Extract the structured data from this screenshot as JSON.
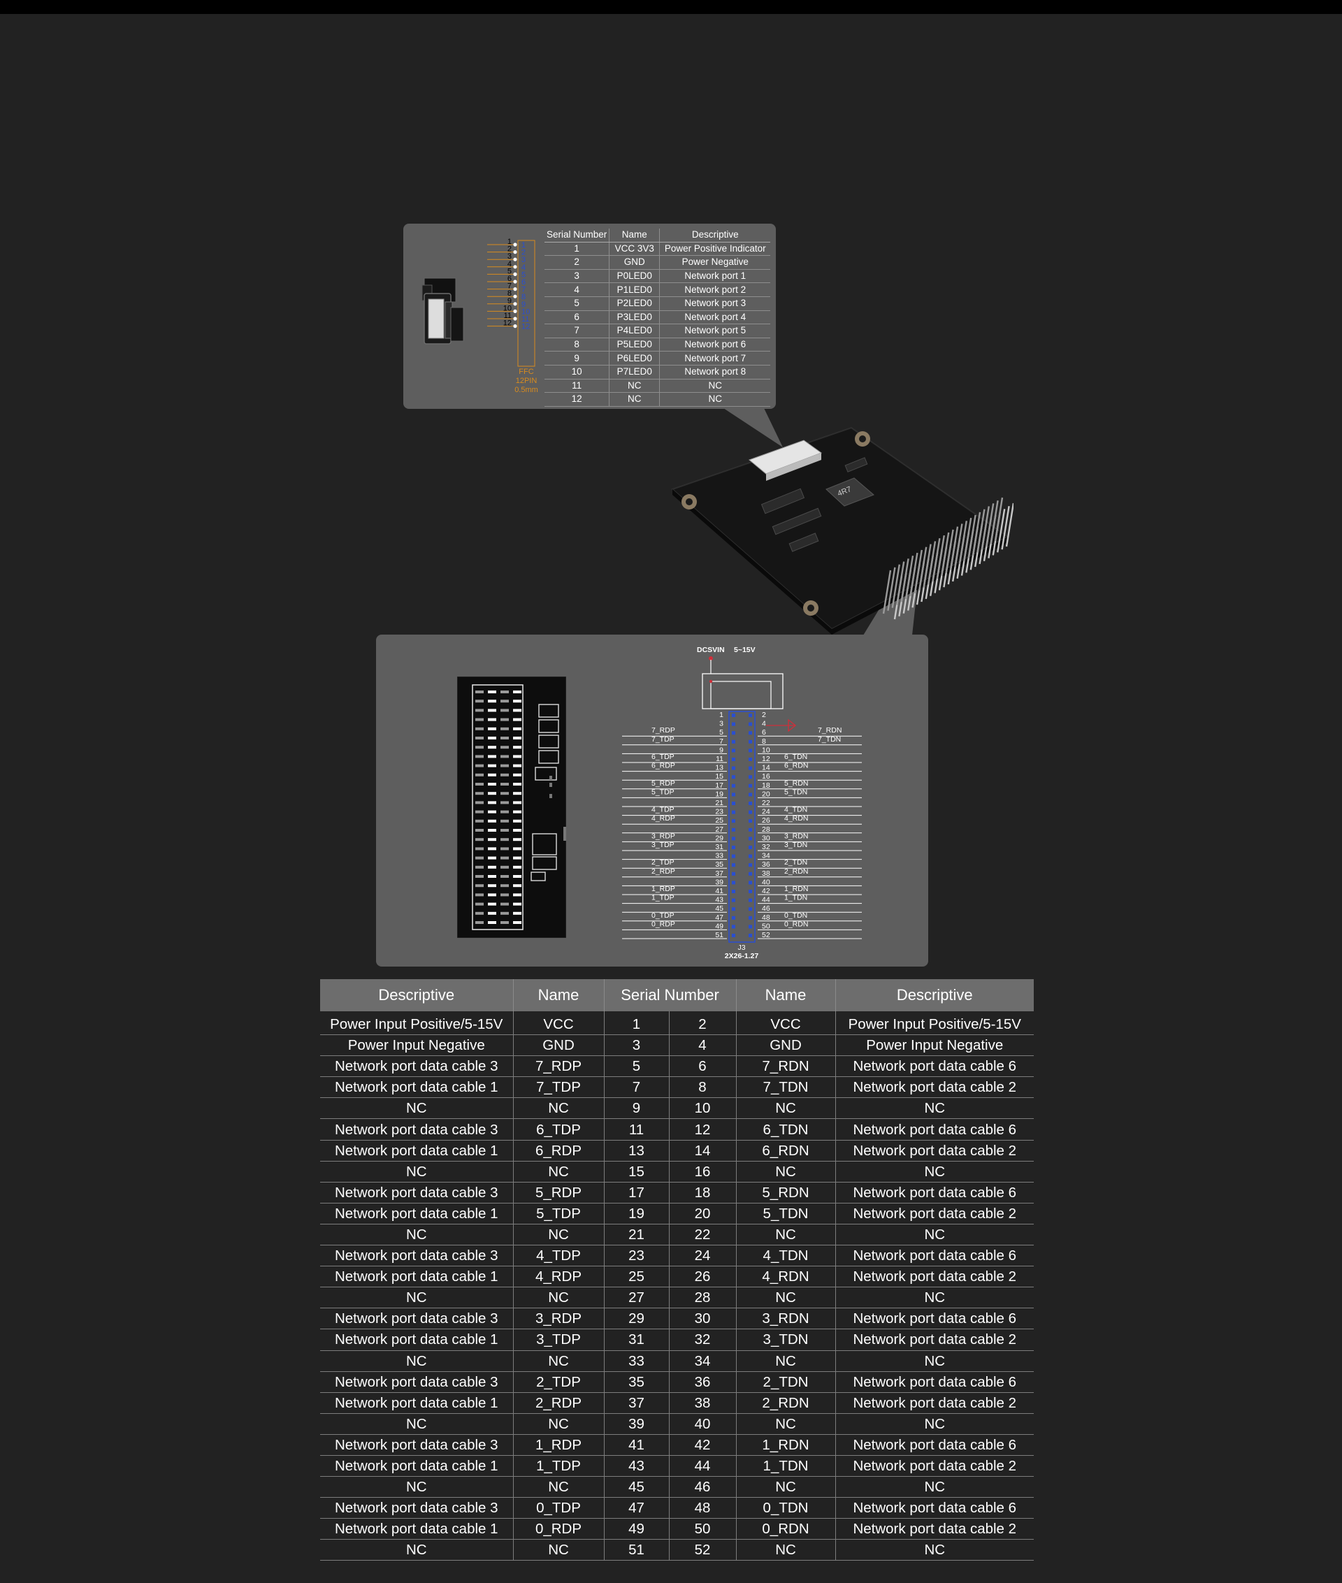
{
  "ffc": {
    "headers": [
      "Serial Number",
      "Name",
      "Descriptive"
    ],
    "rows": [
      [
        "1",
        "VCC 3V3",
        "Power Positive Indicator"
      ],
      [
        "2",
        "GND",
        "Power Negative"
      ],
      [
        "3",
        "P0LED0",
        "Network port 1"
      ],
      [
        "4",
        "P1LED0",
        "Network port 2"
      ],
      [
        "5",
        "P2LED0",
        "Network port 3"
      ],
      [
        "6",
        "P3LED0",
        "Network port 4"
      ],
      [
        "7",
        "P4LED0",
        "Network port 5"
      ],
      [
        "8",
        "P5LED0",
        "Network port 6"
      ],
      [
        "9",
        "P6LED0",
        "Network port 7"
      ],
      [
        "10",
        "P7LED0",
        "Network port 8"
      ],
      [
        "11",
        "NC",
        "NC"
      ],
      [
        "12",
        "NC",
        "NC"
      ]
    ],
    "connector_label": [
      "FFC",
      "12PIN",
      "0.5mm"
    ],
    "pin_numbers": [
      "1",
      "2",
      "3",
      "4",
      "5",
      "6",
      "7",
      "8",
      "9",
      "10",
      "11",
      "12"
    ]
  },
  "schematic": {
    "power_label": "DCSVIN",
    "voltage_label": "5~15V",
    "ref_label": "J3",
    "part_label": "2X26-1.27",
    "left_pins": [
      {
        "num": "1",
        "net": ""
      },
      {
        "num": "3",
        "net": ""
      },
      {
        "num": "5",
        "net": "7_RDP"
      },
      {
        "num": "7",
        "net": "7_TDP"
      },
      {
        "num": "9",
        "net": ""
      },
      {
        "num": "11",
        "net": "6_TDP"
      },
      {
        "num": "13",
        "net": "6_RDP"
      },
      {
        "num": "15",
        "net": ""
      },
      {
        "num": "17",
        "net": "5_RDP"
      },
      {
        "num": "19",
        "net": "5_TDP"
      },
      {
        "num": "21",
        "net": ""
      },
      {
        "num": "23",
        "net": "4_TDP"
      },
      {
        "num": "25",
        "net": "4_RDP"
      },
      {
        "num": "27",
        "net": ""
      },
      {
        "num": "29",
        "net": "3_RDP"
      },
      {
        "num": "31",
        "net": "3_TDP"
      },
      {
        "num": "33",
        "net": ""
      },
      {
        "num": "35",
        "net": "2_TDP"
      },
      {
        "num": "37",
        "net": "2_RDP"
      },
      {
        "num": "39",
        "net": ""
      },
      {
        "num": "41",
        "net": "1_RDP"
      },
      {
        "num": "43",
        "net": "1_TDP"
      },
      {
        "num": "45",
        "net": ""
      },
      {
        "num": "47",
        "net": "0_TDP"
      },
      {
        "num": "49",
        "net": "0_RDP"
      },
      {
        "num": "51",
        "net": ""
      }
    ],
    "right_pins": [
      {
        "num": "2",
        "net": ""
      },
      {
        "num": "4",
        "net": ""
      },
      {
        "num": "6",
        "net": "7_RDN"
      },
      {
        "num": "8",
        "net": "7_TDN"
      },
      {
        "num": "10",
        "net": ""
      },
      {
        "num": "12",
        "net": "6_TDN"
      },
      {
        "num": "14",
        "net": "6_RDN"
      },
      {
        "num": "16",
        "net": ""
      },
      {
        "num": "18",
        "net": "5_RDN"
      },
      {
        "num": "20",
        "net": "5_TDN"
      },
      {
        "num": "22",
        "net": ""
      },
      {
        "num": "24",
        "net": "4_TDN"
      },
      {
        "num": "26",
        "net": "4_RDN"
      },
      {
        "num": "28",
        "net": ""
      },
      {
        "num": "30",
        "net": "3_RDN"
      },
      {
        "num": "32",
        "net": "3_TDN"
      },
      {
        "num": "34",
        "net": ""
      },
      {
        "num": "36",
        "net": "2_TDN"
      },
      {
        "num": "38",
        "net": "2_RDN"
      },
      {
        "num": "40",
        "net": ""
      },
      {
        "num": "42",
        "net": "1_RDN"
      },
      {
        "num": "44",
        "net": "1_TDN"
      },
      {
        "num": "46",
        "net": ""
      },
      {
        "num": "48",
        "net": "0_TDN"
      },
      {
        "num": "50",
        "net": "0_RDN"
      },
      {
        "num": "52",
        "net": ""
      }
    ]
  },
  "board": {
    "chip_label": "4R7"
  },
  "pin_table": {
    "headers": [
      "Descriptive",
      "Name",
      "Serial Number",
      "Name",
      "Descriptive"
    ],
    "rows": [
      [
        "Power Input Positive/5-15V",
        "VCC",
        "1",
        "2",
        "VCC",
        "Power Input Positive/5-15V"
      ],
      [
        "Power Input Negative",
        "GND",
        "3",
        "4",
        "GND",
        "Power Input Negative"
      ],
      [
        "Network port data cable 3",
        "7_RDP",
        "5",
        "6",
        "7_RDN",
        "Network port data cable 6"
      ],
      [
        "Network port data cable 1",
        "7_TDP",
        "7",
        "8",
        "7_TDN",
        "Network port data cable 2"
      ],
      [
        "NC",
        "NC",
        "9",
        "10",
        "NC",
        "NC"
      ],
      [
        "Network port data cable 3",
        "6_TDP",
        "11",
        "12",
        "6_TDN",
        "Network port data cable 6"
      ],
      [
        "Network port data cable 1",
        "6_RDP",
        "13",
        "14",
        "6_RDN",
        "Network port data cable 2"
      ],
      [
        "NC",
        "NC",
        "15",
        "16",
        "NC",
        "NC"
      ],
      [
        "Network port data cable 3",
        "5_RDP",
        "17",
        "18",
        "5_RDN",
        "Network port data cable 6"
      ],
      [
        "Network port data cable 1",
        "5_TDP",
        "19",
        "20",
        "5_TDN",
        "Network port data cable 2"
      ],
      [
        "NC",
        "NC",
        "21",
        "22",
        "NC",
        "NC"
      ],
      [
        "Network port data cable 3",
        "4_TDP",
        "23",
        "24",
        "4_TDN",
        "Network port data cable 6"
      ],
      [
        "Network port data cable 1",
        "4_RDP",
        "25",
        "26",
        "4_RDN",
        "Network port data cable 2"
      ],
      [
        "NC",
        "NC",
        "27",
        "28",
        "NC",
        "NC"
      ],
      [
        "Network port data cable 3",
        "3_RDP",
        "29",
        "30",
        "3_RDN",
        "Network port data cable 6"
      ],
      [
        "Network port data cable 1",
        "3_TDP",
        "31",
        "32",
        "3_TDN",
        "Network port data cable 2"
      ],
      [
        "NC",
        "NC",
        "33",
        "34",
        "NC",
        "NC"
      ],
      [
        "Network port data cable 3",
        "2_TDP",
        "35",
        "36",
        "2_TDN",
        "Network port data cable 6"
      ],
      [
        "Network port data cable 1",
        "2_RDP",
        "37",
        "38",
        "2_RDN",
        "Network port data cable 2"
      ],
      [
        "NC",
        "NC",
        "39",
        "40",
        "NC",
        "NC"
      ],
      [
        "Network port data cable 3",
        "1_RDP",
        "41",
        "42",
        "1_RDN",
        "Network port data cable 6"
      ],
      [
        "Network port data cable 1",
        "1_TDP",
        "43",
        "44",
        "1_TDN",
        "Network port data cable 2"
      ],
      [
        "NC",
        "NC",
        "45",
        "46",
        "NC",
        "NC"
      ],
      [
        "Network port data cable 3",
        "0_TDP",
        "47",
        "48",
        "0_TDN",
        "Network port data cable 6"
      ],
      [
        "Network port data cable 1",
        "0_RDP",
        "49",
        "50",
        "0_RDN",
        "Network port data cable 2"
      ],
      [
        "NC",
        "NC",
        "51",
        "52",
        "NC",
        "NC"
      ]
    ]
  },
  "colors": {
    "background": "#222222",
    "panel": "#5e5e5e",
    "ffc_orange": "#d88b1e",
    "pin_blue": "#2a4fd0",
    "marker_red": "#cf2f3a"
  }
}
